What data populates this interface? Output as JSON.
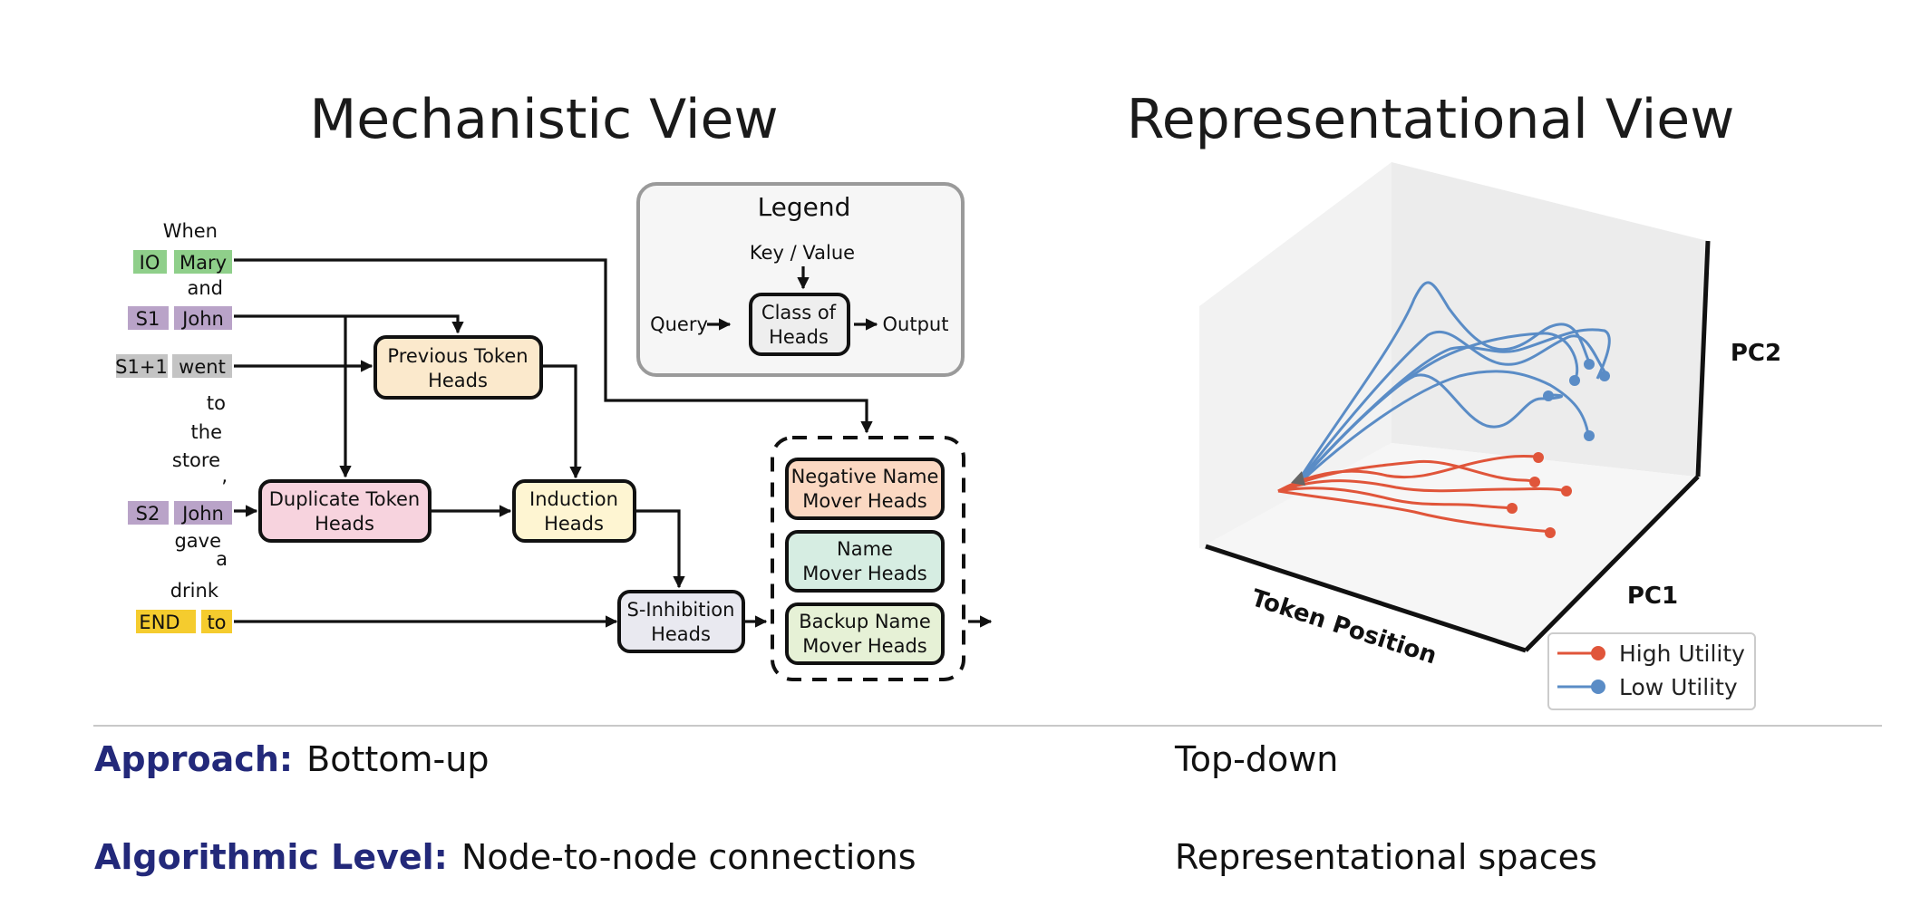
{
  "titles": {
    "mechanistic": "Mechanistic View",
    "representational": "Representational View"
  },
  "sentence": {
    "words": [
      "When",
      "Mary",
      "and",
      "John",
      "went",
      "to",
      "the",
      "store",
      ",",
      "John",
      "gave",
      "a",
      "drink",
      "to"
    ],
    "tags": {
      "io": "IO",
      "s1": "S1",
      "s1plus1": "S1+1",
      "s2": "S2",
      "end": "END"
    }
  },
  "circuit": {
    "previous_token": [
      "Previous Token",
      "Heads"
    ],
    "duplicate_token": [
      "Duplicate Token",
      "Heads"
    ],
    "induction": [
      "Induction",
      "Heads"
    ],
    "s_inhibition": [
      "S-Inhibition",
      "Heads"
    ],
    "negative_name_mover": [
      "Negative Name",
      "Mover Heads"
    ],
    "name_mover": [
      "Name",
      "Mover Heads"
    ],
    "backup_name_mover": [
      "Backup Name",
      "Mover Heads"
    ]
  },
  "legend": {
    "title": "Legend",
    "key_value": "Key / Value",
    "query": "Query",
    "class": [
      "Class of",
      "Heads"
    ],
    "output": "Output"
  },
  "plot": {
    "axis_pc2": "PC2",
    "axis_pc1": "PC1",
    "axis_token": "Token Position",
    "legend_high": "High Utility",
    "legend_low": "Low Utility"
  },
  "colors": {
    "io_tag": "#8fcf8a",
    "s_tag": "#b9a3c8",
    "s1plus1_tag": "#c4c4c4",
    "end_tag": "#f5cc2e",
    "previous_token_fill": "#fbe9cc",
    "duplicate_token_fill": "#f7d3de",
    "induction_fill": "#fef5d2",
    "s_inhibition_fill": "#e9e9f0",
    "negative_name_mover_fill": "#fbd8c2",
    "name_mover_fill": "#d6ede2",
    "backup_name_mover_fill": "#e6f1d6",
    "high_utility": "#e0553a",
    "low_utility": "#5a8cc6",
    "row_key": "#23297a"
  },
  "rows": [
    {
      "key": "Approach:",
      "mechanistic": "Bottom-up",
      "representational": "Top-down"
    },
    {
      "key": "Algorithmic Level:",
      "mechanistic": "Node-to-node connections",
      "representational": "Representational spaces"
    }
  ]
}
